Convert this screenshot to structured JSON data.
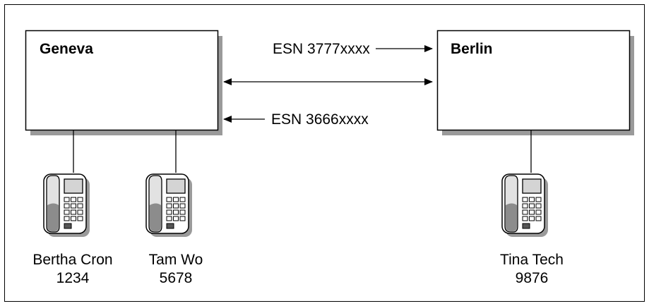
{
  "sites": {
    "geneva": {
      "name": "Geneva"
    },
    "berlin": {
      "name": "Berlin"
    }
  },
  "routes": {
    "to_berlin": "ESN 3777xxxx",
    "to_geneva": "ESN 3666xxxx"
  },
  "phones": [
    {
      "name": "Bertha Cron",
      "extension": "1234",
      "icon": "desk-phone-icon"
    },
    {
      "name": "Tam Wo",
      "extension": "5678",
      "icon": "desk-phone-icon"
    },
    {
      "name": "Tina Tech",
      "extension": "9876",
      "icon": "desk-phone-icon"
    }
  ]
}
